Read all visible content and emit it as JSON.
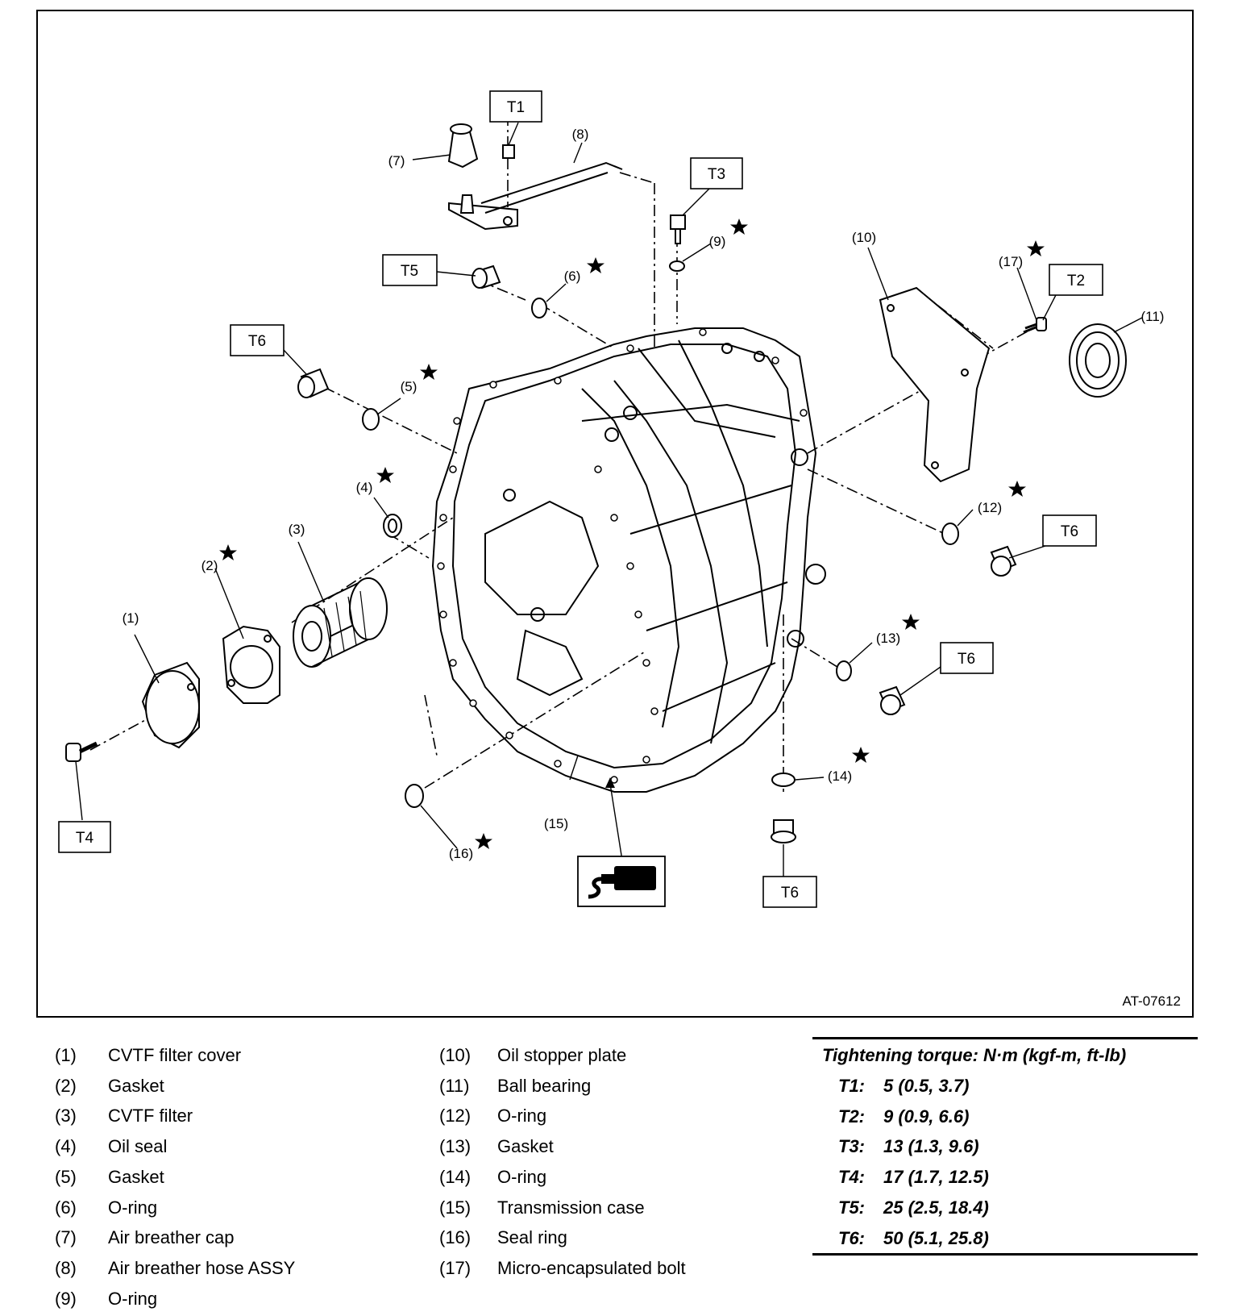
{
  "figure": {
    "id": "AT-07612",
    "torque_boxes": {
      "t1": "T1",
      "t2": "T2",
      "t3": "T3",
      "t4": "T4",
      "t5": "T5",
      "t6": "T6"
    },
    "callouts": {
      "c1": "(1)",
      "c2": "(2)",
      "c3": "(3)",
      "c4": "(4)",
      "c5": "(5)",
      "c6": "(6)",
      "c7": "(7)",
      "c8": "(8)",
      "c9": "(9)",
      "c10": "(10)",
      "c11": "(11)",
      "c12": "(12)",
      "c13": "(13)",
      "c14": "(14)",
      "c15": "(15)",
      "c16": "(16)",
      "c17": "(17)"
    },
    "replace_mark": "★",
    "sealant_icon": "sealant-application-icon"
  },
  "legend": {
    "items": [
      {
        "num": "(1)",
        "name": "CVTF filter cover"
      },
      {
        "num": "(2)",
        "name": "Gasket"
      },
      {
        "num": "(3)",
        "name": "CVTF filter"
      },
      {
        "num": "(4)",
        "name": "Oil seal"
      },
      {
        "num": "(5)",
        "name": "Gasket"
      },
      {
        "num": "(6)",
        "name": "O-ring"
      },
      {
        "num": "(7)",
        "name": "Air breather cap"
      },
      {
        "num": "(8)",
        "name": "Air breather hose ASSY"
      },
      {
        "num": "(9)",
        "name": "O-ring"
      },
      {
        "num": "(10)",
        "name": "Oil stopper plate"
      },
      {
        "num": "(11)",
        "name": "Ball bearing"
      },
      {
        "num": "(12)",
        "name": "O-ring"
      },
      {
        "num": "(13)",
        "name": "Gasket"
      },
      {
        "num": "(14)",
        "name": "O-ring"
      },
      {
        "num": "(15)",
        "name": "Transmission case"
      },
      {
        "num": "(16)",
        "name": "Seal ring"
      },
      {
        "num": "(17)",
        "name": "Micro-encapsulated bolt"
      }
    ]
  },
  "torque": {
    "title": "Tightening torque: N·m (kgf-m, ft-lb)",
    "rows": [
      {
        "code": "T1:",
        "value": "5 (0.5, 3.7)"
      },
      {
        "code": "T2:",
        "value": "9 (0.9, 6.6)"
      },
      {
        "code": "T3:",
        "value": "13 (1.3, 9.6)"
      },
      {
        "code": "T4:",
        "value": "17 (1.7, 12.5)"
      },
      {
        "code": "T5:",
        "value": "25 (2.5, 18.4)"
      },
      {
        "code": "T6:",
        "value": "50 (5.1, 25.8)"
      }
    ]
  }
}
